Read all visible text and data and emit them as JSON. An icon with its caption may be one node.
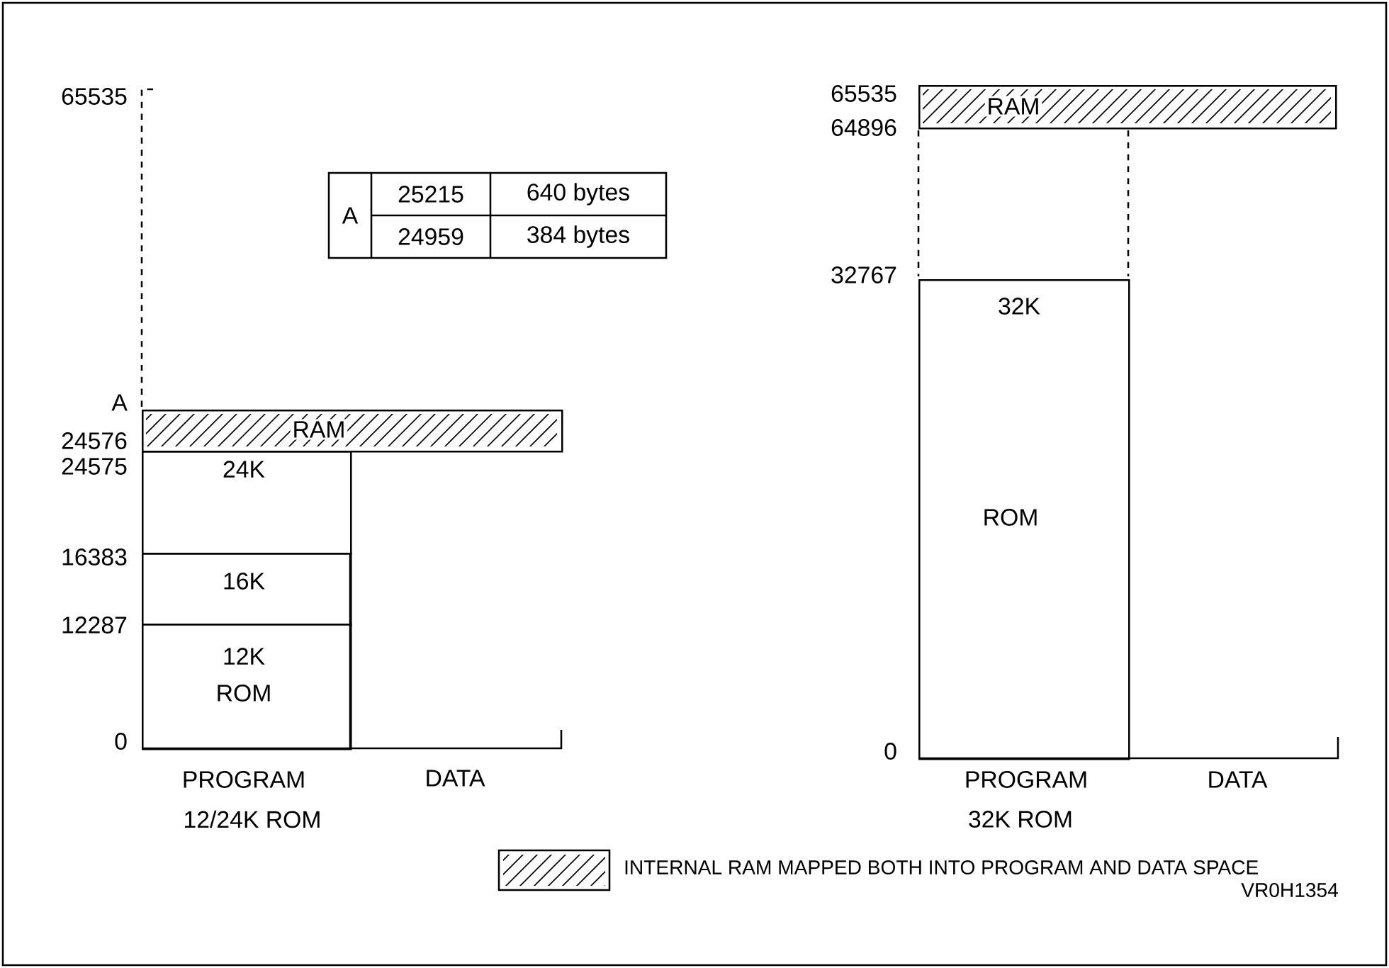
{
  "diagram": {
    "nodes": [
      {
        "text": [
          "RAM"
        ]
      },
      {
        "text": [
          "24K"
        ]
      },
      {
        "text": [
          "16K"
        ]
      },
      {
        "text": [
          "12K",
          "ROM"
        ]
      },
      {
        "text": [
          "RAM"
        ]
      },
      {
        "text": [
          "32K",
          "ROM"
        ]
      }
    ],
    "labels": [
      "65535",
      "65535",
      "64896",
      "A",
      "25215",
      "640 bytes",
      "24959",
      "384 bytes",
      "32767",
      "A",
      "24576",
      "24575",
      "16383",
      "12287",
      "0",
      "0",
      "PROGRAM",
      "DATA",
      "PROGRAM",
      "DATA",
      "12/24K ROM",
      "32K ROM",
      "VR0H1354"
    ],
    "legend": [
      {
        "text": "INTERNAL RAM MAPPED BOTH INTO PROGRAM AND DATA SPACE"
      }
    ]
  }
}
